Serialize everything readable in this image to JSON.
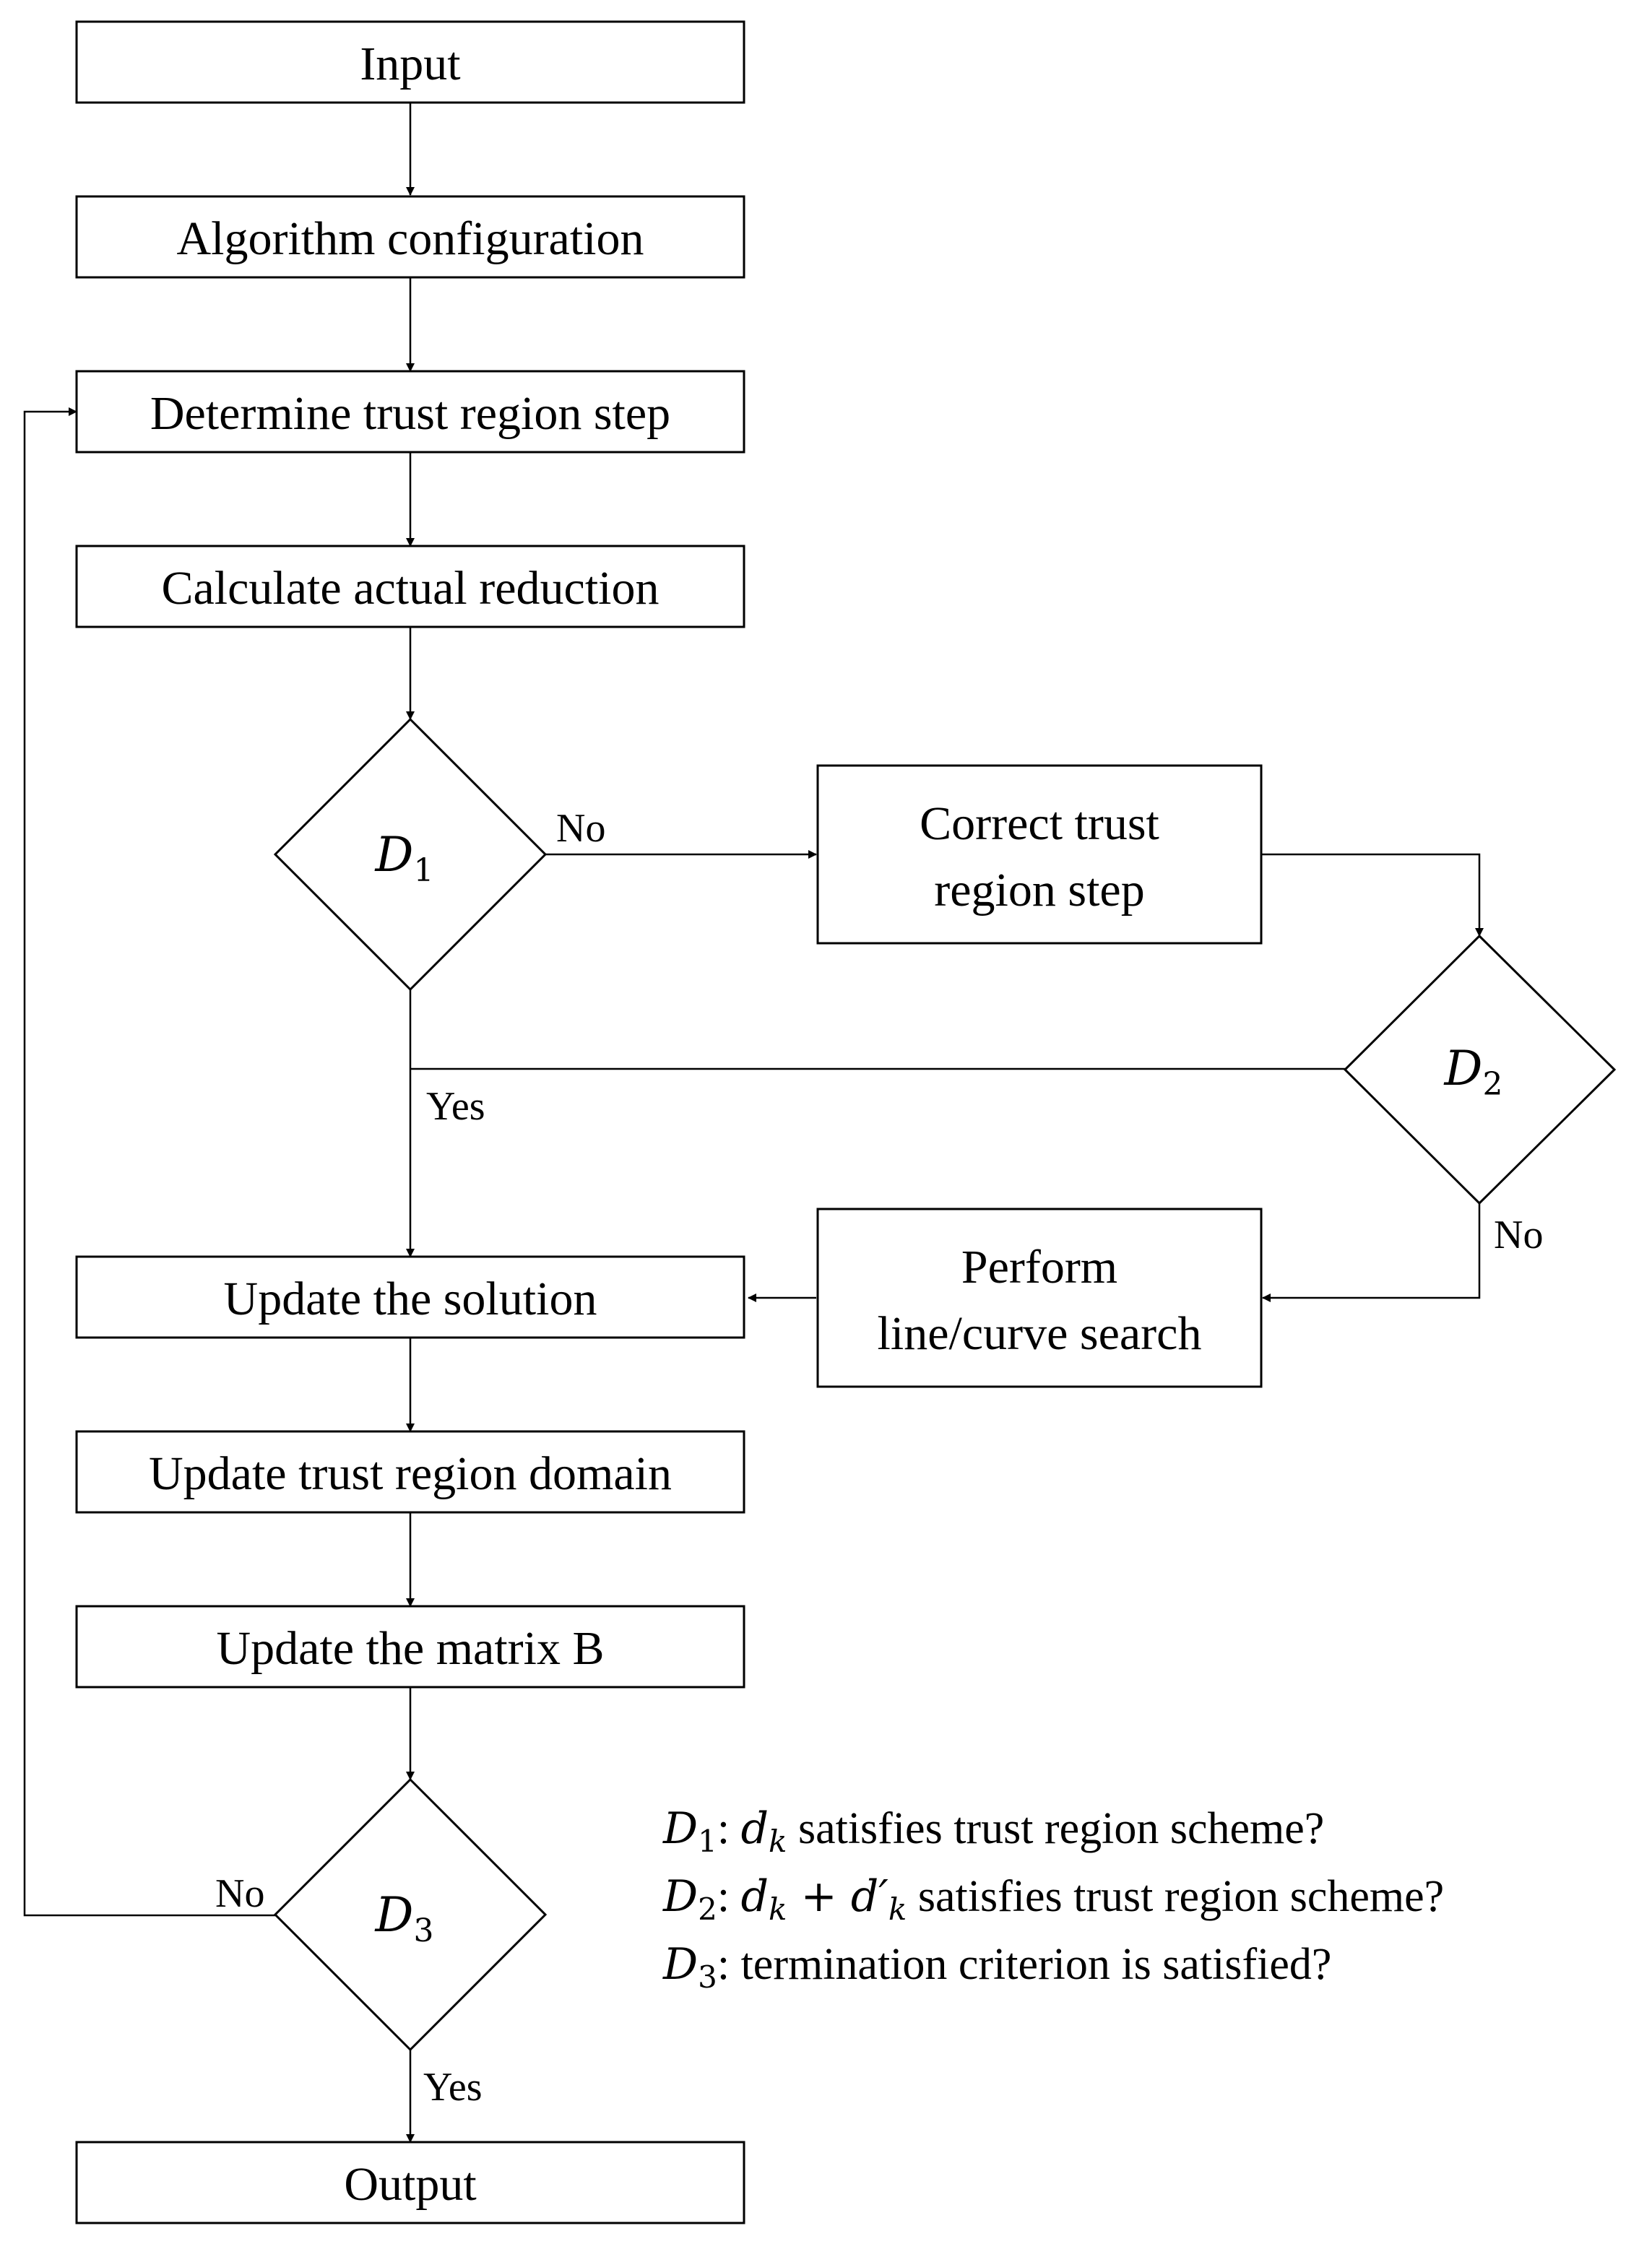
{
  "nodes": {
    "input": "Input",
    "config": "Algorithm configuration",
    "determine": "Determine trust region step",
    "calculate": "Calculate actual reduction",
    "d1": {
      "var": "D",
      "sub": "1"
    },
    "correct_l1": "Correct trust",
    "correct_l2": "region step",
    "d2": {
      "var": "D",
      "sub": "2"
    },
    "perform_l1": "Perform",
    "perform_l2": "line/curve search",
    "update_solution": "Update the solution",
    "update_domain": "Update trust region domain",
    "update_matrix": "Update the matrix B",
    "d3": {
      "var": "D",
      "sub": "3"
    },
    "output": "Output"
  },
  "edge_labels": {
    "d1_no": "No",
    "d1_yes": "Yes",
    "d2_no": "No",
    "d3_no": "No",
    "d3_yes": "Yes"
  },
  "legend": [
    {
      "var": "D",
      "sub": "1",
      "colon": ":",
      "math_var": "d",
      "math_sub": "k",
      "math_extra": "",
      "text": " satisfies trust region scheme?"
    },
    {
      "var": "D",
      "sub": "2",
      "colon": ":",
      "math_var": "d",
      "math_sub": "k",
      "math_extra": " + d′",
      "math_extra_sub": "k",
      "text": " satisfies trust region scheme?"
    },
    {
      "var": "D",
      "sub": "3",
      "colon": ":",
      "text": " termination criterion is satisfied?"
    }
  ]
}
